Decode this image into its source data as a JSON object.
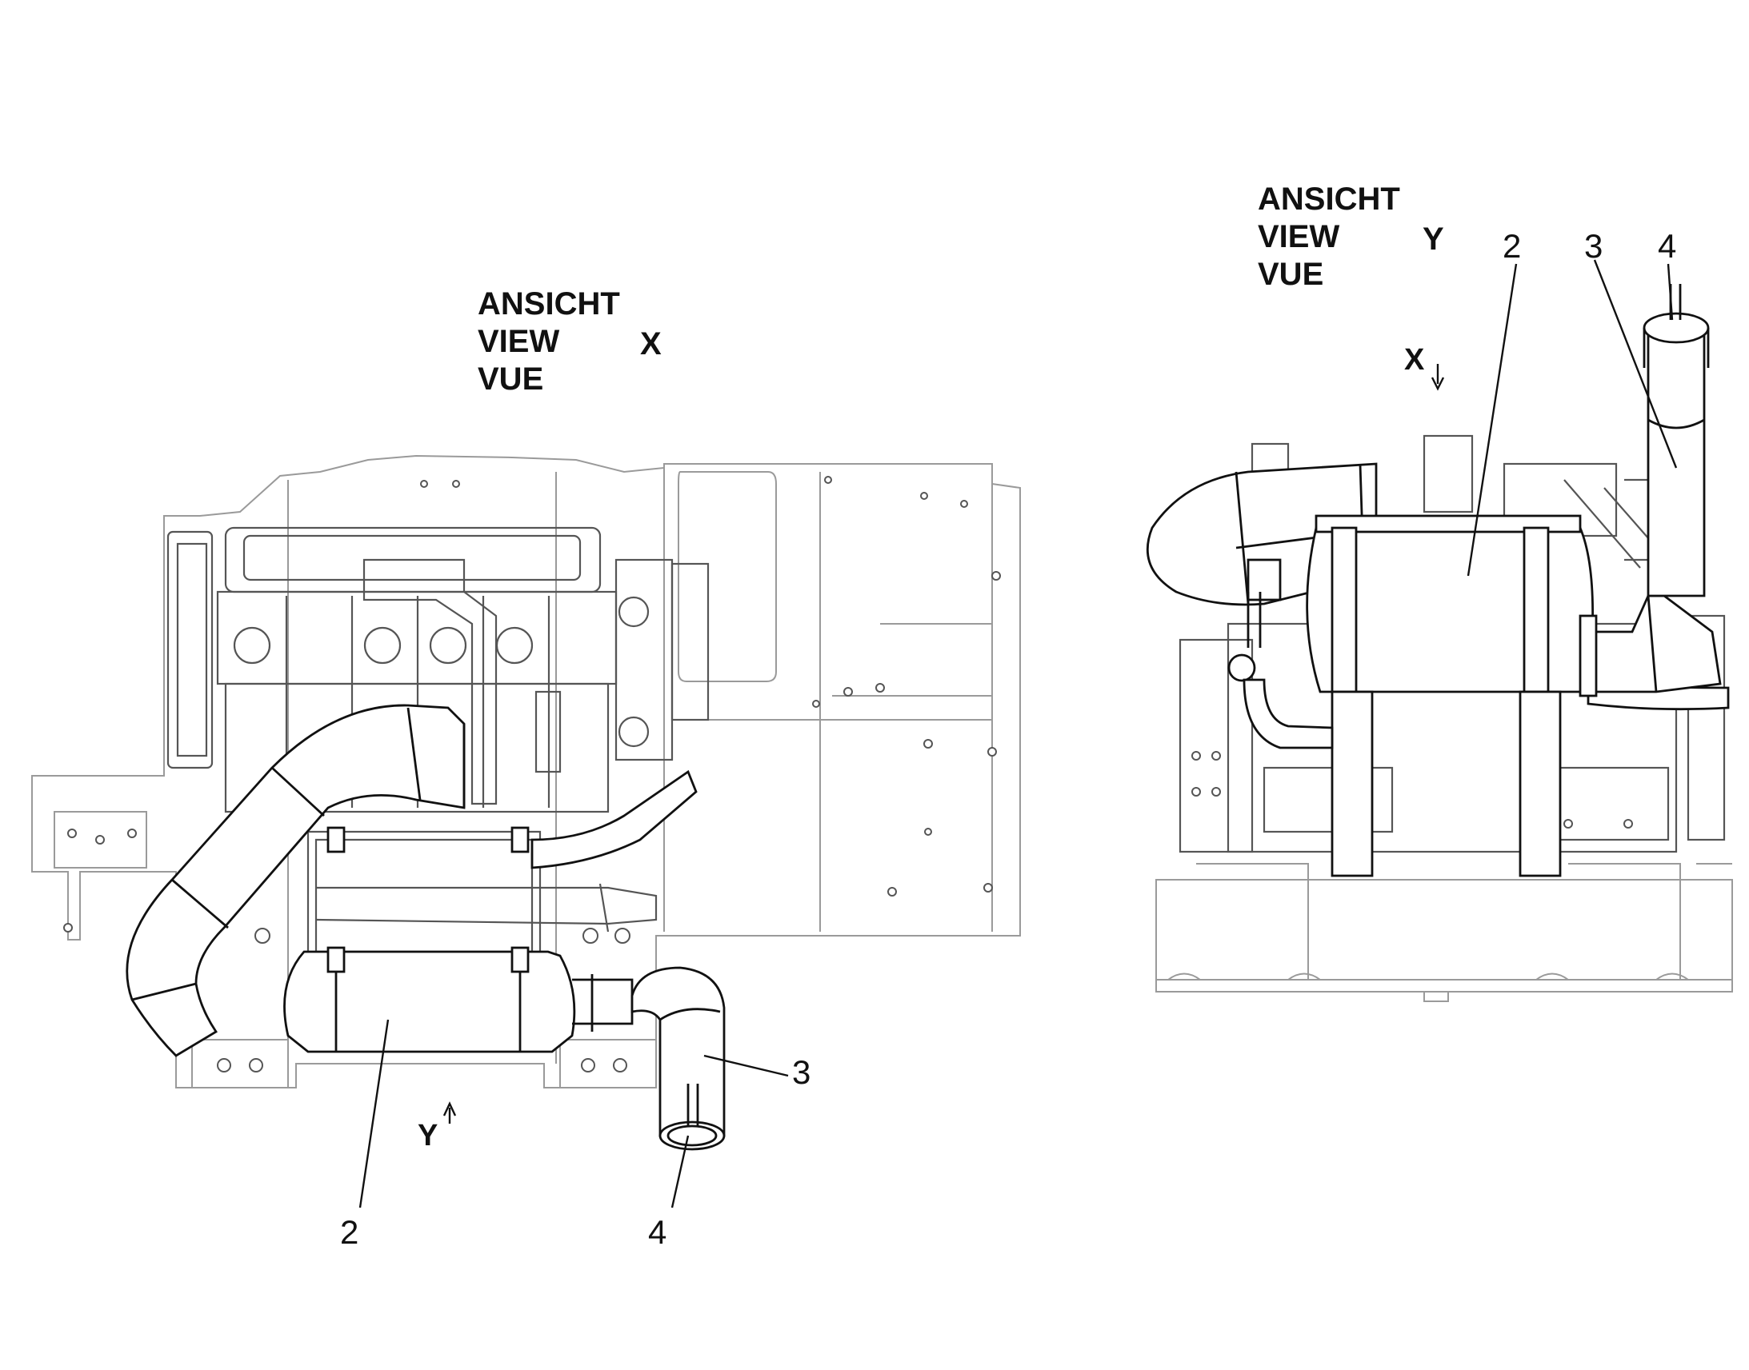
{
  "view_x": {
    "title_lines": [
      "ANSICHT",
      "VIEW",
      "VUE"
    ],
    "letter": "X",
    "callouts": [
      "2",
      "3",
      "4"
    ],
    "marker": "Y"
  },
  "view_y": {
    "title_lines": [
      "ANSICHT",
      "VIEW",
      "VUE"
    ],
    "letter": "Y",
    "callouts": [
      "2",
      "3",
      "4"
    ],
    "marker": "X"
  }
}
